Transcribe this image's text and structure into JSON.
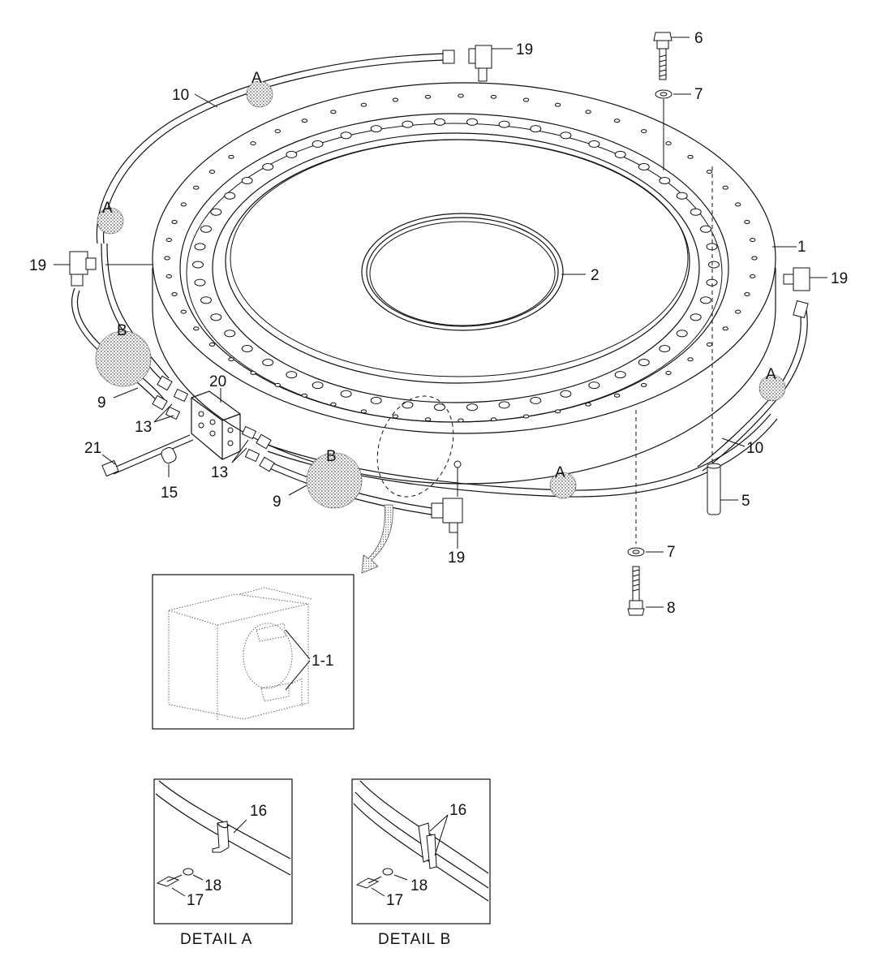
{
  "labels": {
    "l1": "1",
    "l1_1": "1-1",
    "l2": "2",
    "l5": "5",
    "l6": "6",
    "l7": "7",
    "l8": "8",
    "l9": "9",
    "l10": "10",
    "l13": "13",
    "l15": "15",
    "l16": "16",
    "l17": "17",
    "l18": "18",
    "l19": "19",
    "l20": "20",
    "l21": "21",
    "callout_a": "A",
    "callout_b": "B"
  },
  "captions": {
    "detail_a": "DETAIL  A",
    "detail_b": "DETAIL  B"
  },
  "colors": {
    "stroke": "#111111",
    "stipple": "#9a9a9a",
    "background": "#ffffff"
  }
}
